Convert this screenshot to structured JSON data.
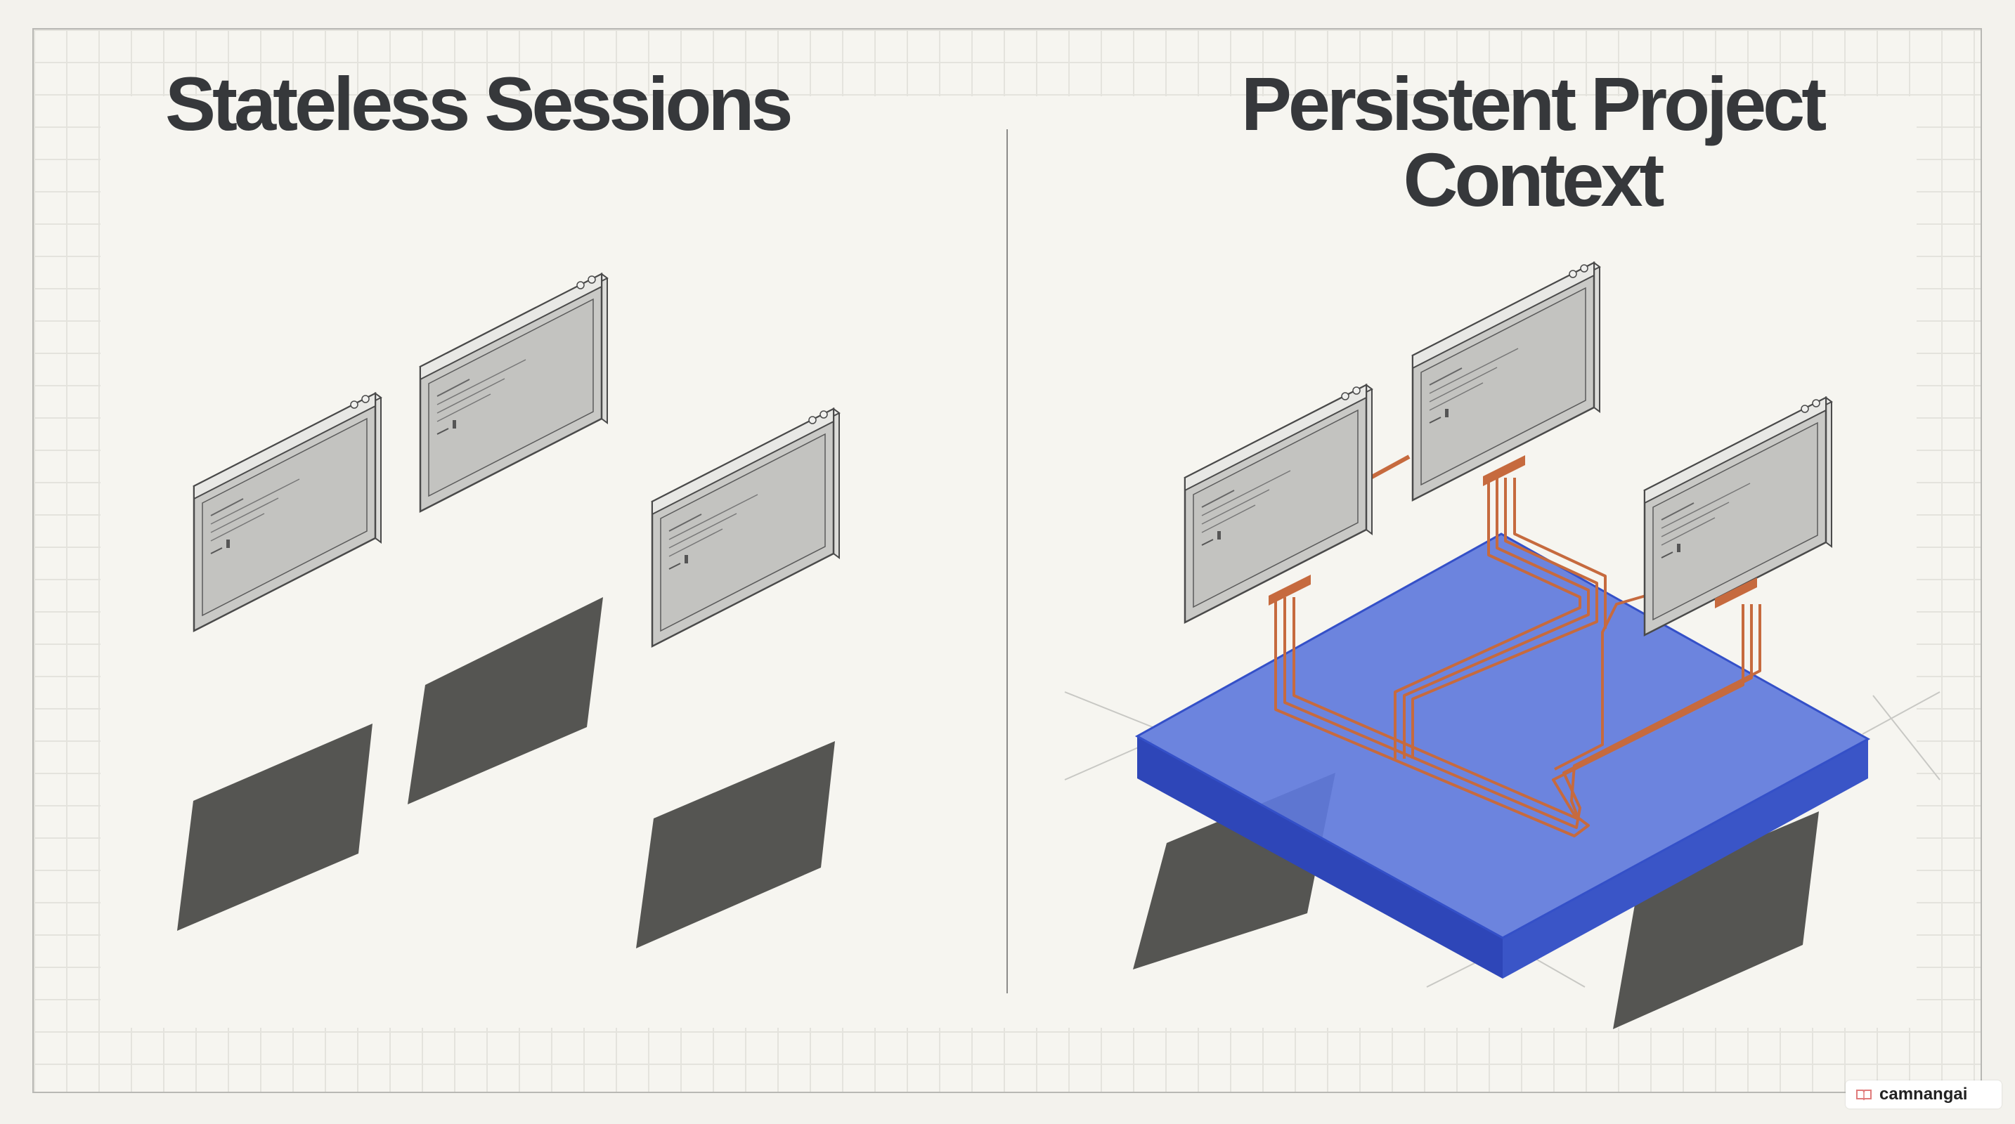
{
  "left_panel": {
    "title": "Stateless Sessions"
  },
  "right_panel": {
    "title_line1": "Persistent Project",
    "title_line2": "Context"
  },
  "watermark": {
    "text": "camnangai",
    "icon": "book-icon"
  },
  "colors": {
    "background": "#f6f5f0",
    "grid": "#e4e3dd",
    "window_face": "#c9c9c6",
    "window_edge": "#f0f0ee",
    "window_outline": "#4a4a4a",
    "shadow": "#555552",
    "context_base": "#3b57c9",
    "context_top": "#5d77dc",
    "wire": "#c66a3e"
  }
}
